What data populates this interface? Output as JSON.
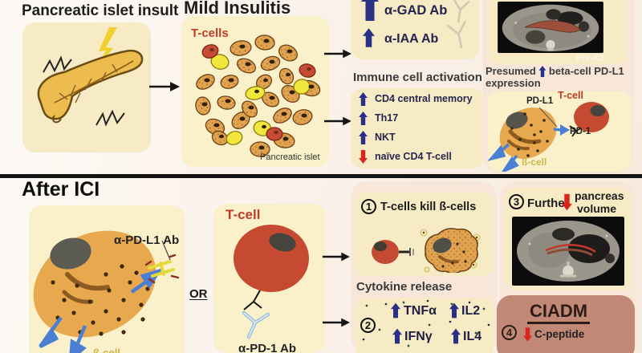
{
  "colors": {
    "navy": "#2b3087",
    "red": "#d8261f",
    "blue": "#4a7fd4",
    "panelYellow": "#f6ebc4",
    "pink": "#f8e7d8",
    "ciadm": "#c08875",
    "tcellRed": "#c64a32",
    "cellOrange": "#e8a84e"
  },
  "top": {
    "panel1_title": "Pancreatic islet insult",
    "panel2_title": "Mild Insulitis",
    "islet": {
      "tcells_label": "T-cells",
      "caption": "Pancreatic islet"
    },
    "autoantibodies": {
      "items": [
        {
          "label": "α-GAD Ab",
          "direction": "up"
        },
        {
          "label": "α-IAA Ab",
          "direction": "up"
        }
      ]
    },
    "immune": {
      "heading": "Immune cell activation",
      "items": [
        {
          "label": "CD4 central memory",
          "direction": "up"
        },
        {
          "label": "Th17",
          "direction": "up"
        },
        {
          "label": "NKT",
          "direction": "up"
        },
        {
          "label": "naïve CD4 T-cell",
          "direction": "down"
        }
      ]
    },
    "imaging": {
      "ct_label": "Pre-ICI"
    },
    "pdl1": {
      "line1_prefix": "Presumed",
      "line1_suffix": "beta-cell PD-L1",
      "line2": "expression",
      "tcell_label": "T-cell",
      "pdl1_label": "PD-L1",
      "pd1_label": "PD-1",
      "bcell_label": "ß-cell"
    }
  },
  "bottom": {
    "heading": "After ICI",
    "beta_panel": {
      "antibody_label": "α-PD-L1 Ab",
      "bcell_label": "ß-cell"
    },
    "or_label": "OR",
    "tcell_panel": {
      "tcell_label": "T-cell",
      "antibody_label": "α-PD-1 Ab"
    },
    "step1": {
      "number": "1",
      "text": "T-cells kill ß-cells"
    },
    "cytokines": {
      "heading": "Cytokine release",
      "step_number": "2",
      "items": [
        {
          "label": "TNFα",
          "direction": "up"
        },
        {
          "label": "IL2",
          "direction": "up"
        },
        {
          "label": "IFNγ",
          "direction": "up"
        },
        {
          "label": "IL4",
          "direction": "up"
        }
      ]
    },
    "step3": {
      "number": "3",
      "text_before": "Further",
      "direction": "down",
      "text_line1": "pancreas",
      "text_line2": "volume"
    },
    "step4": {
      "number": "4",
      "title": "CIADM",
      "marker": {
        "label": "C-peptide",
        "direction": "down"
      }
    }
  }
}
